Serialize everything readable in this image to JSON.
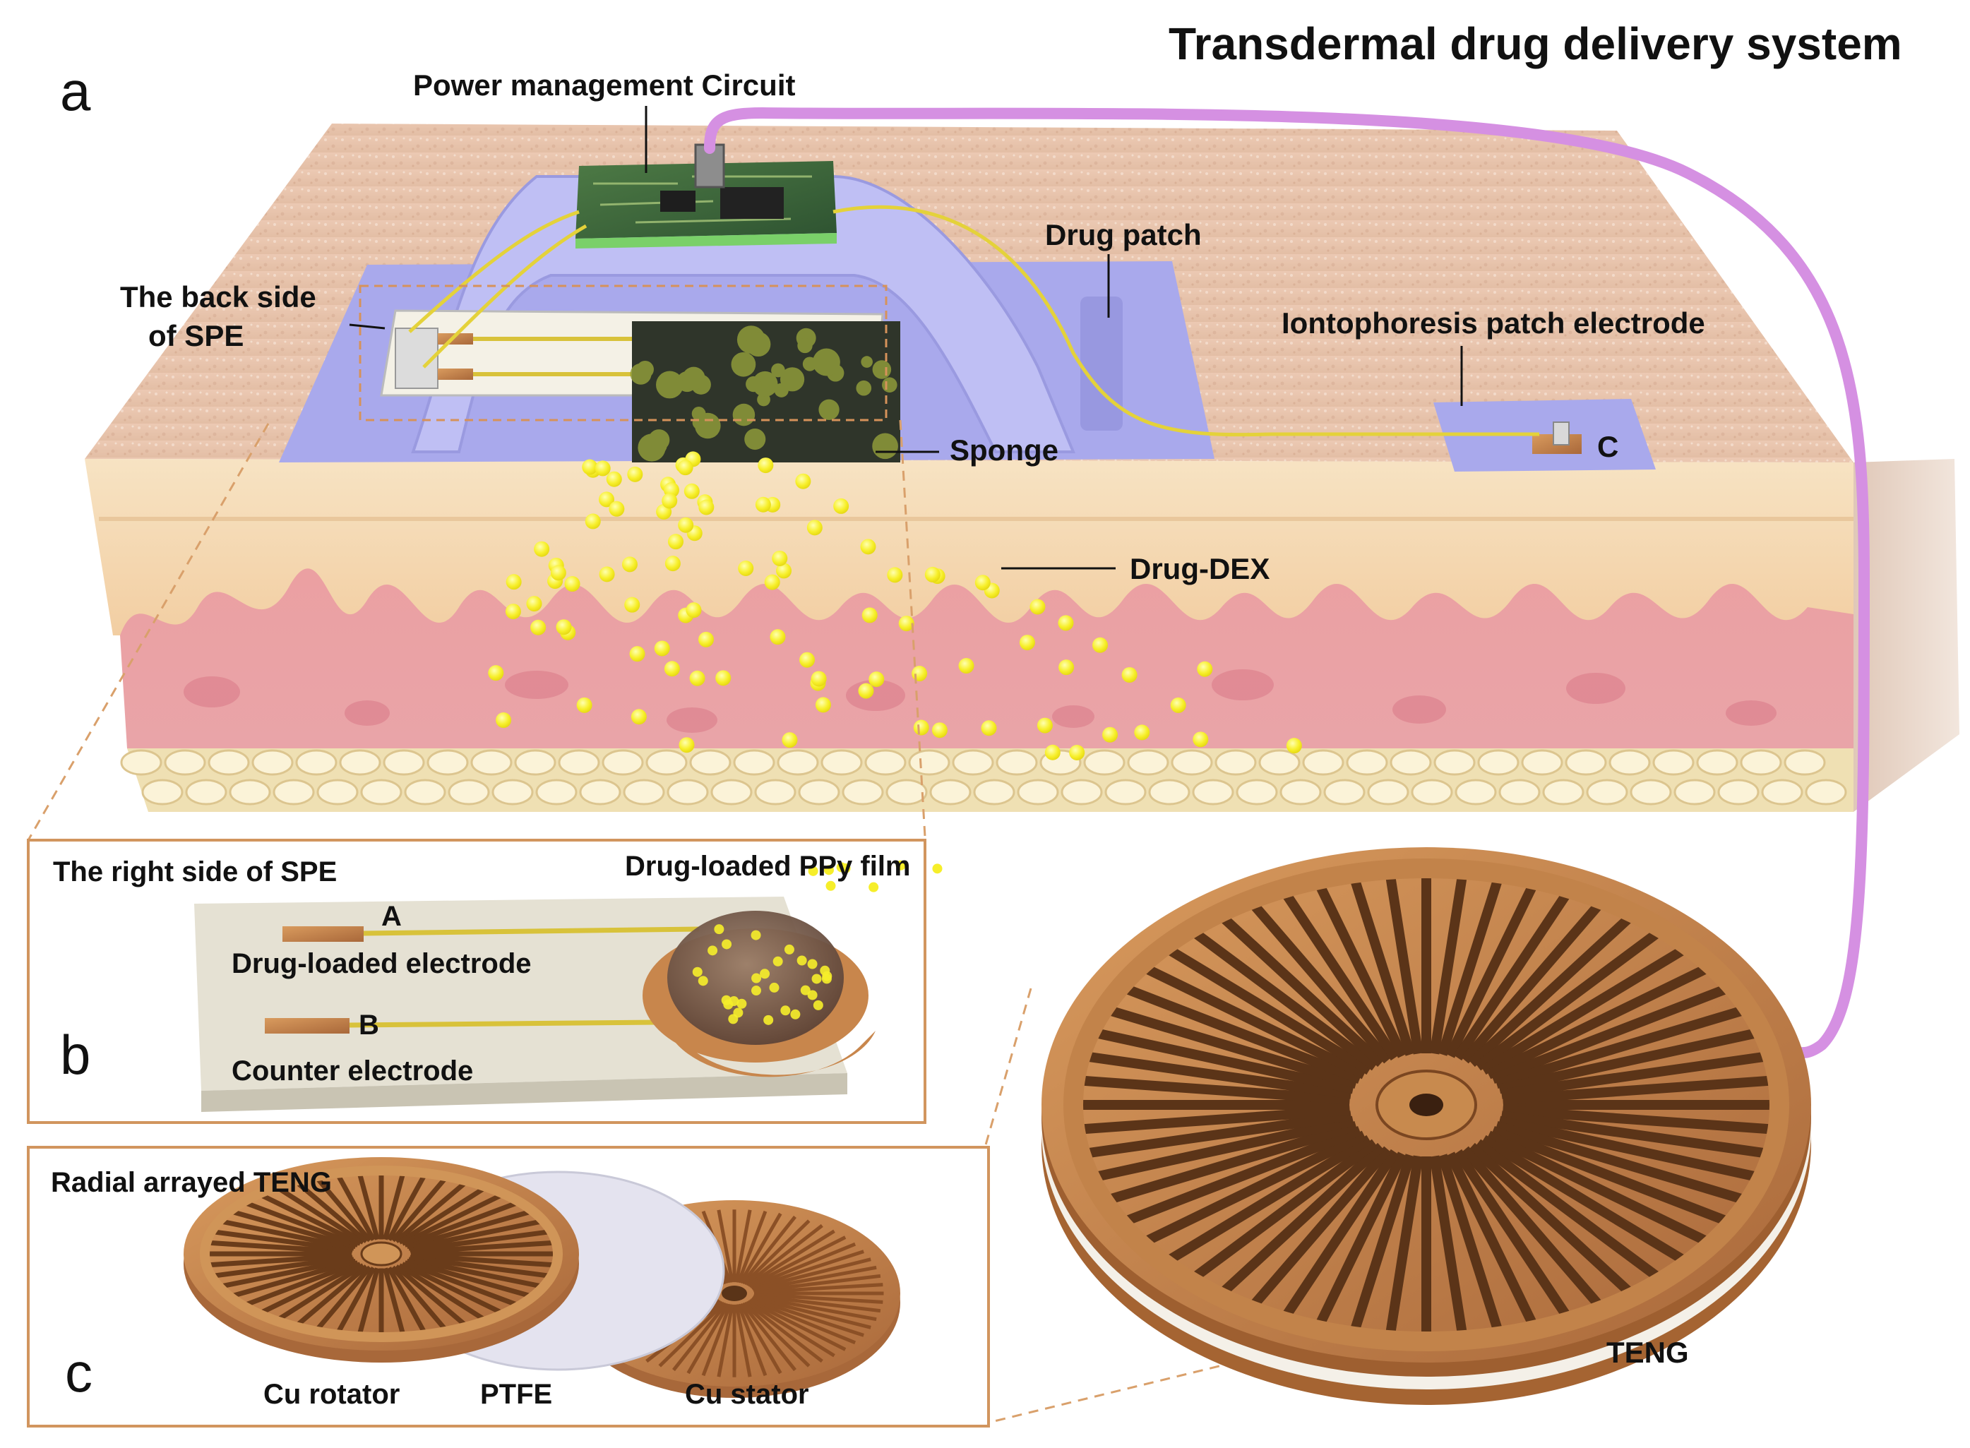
{
  "title": "Transdermal drug delivery system",
  "panels": {
    "a": "a",
    "b": "b",
    "c": "c"
  },
  "labels": {
    "power_circuit": "Power management Circuit",
    "drug_patch": "Drug patch",
    "back_side_line1": "The back side",
    "back_side_line2": "of SPE",
    "iontophoresis": "Iontophoresis patch electrode",
    "electrode_c": "C",
    "sponge": "Sponge",
    "drug_dex": "Drug-DEX",
    "teng": "TENG"
  },
  "panel_b": {
    "title": "The right side of SPE",
    "film": "Drug-loaded PPy film",
    "electrode_a": "A",
    "electrode_b": "B",
    "drug_electrode": "Drug-loaded electrode",
    "counter_electrode": "Counter electrode"
  },
  "panel_c": {
    "title": "Radial arrayed TENG",
    "rotator": "Cu rotator",
    "ptfe": "PTFE",
    "stator": "Cu stator"
  },
  "colors": {
    "skin_top": "#e6c4ad",
    "epidermis": "#f4d9b4",
    "dermis": "#e6949d",
    "fat": "#f1e2b8",
    "patch": "#aeb0ee",
    "copper": "#c88a4e",
    "drug": "#f6ee2a",
    "wire": "#d58de0",
    "dash": "#d9a06b"
  }
}
